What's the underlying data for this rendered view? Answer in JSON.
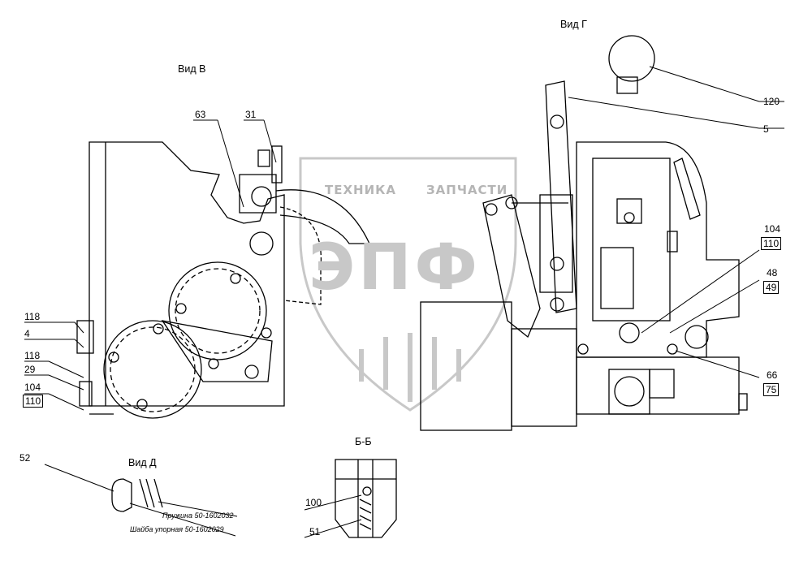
{
  "views": {
    "view_v": "Вид В",
    "view_g": "Вид Г",
    "view_d": "Вид Д",
    "section_bb": "Б-Б"
  },
  "callouts": {
    "c63": "63",
    "c31": "31",
    "c118a": "118",
    "c4": "4",
    "c118b": "118",
    "c29": "29",
    "c104a": "104",
    "c110a": "110",
    "c120": "120",
    "c5": "5",
    "c104b": "104",
    "c110b": "110",
    "c48": "48",
    "c49": "49",
    "c66": "66",
    "c75": "75",
    "c52": "52",
    "c100": "100",
    "c51": "51"
  },
  "notes": {
    "spring": "Пружина 50-1602032",
    "washer": "Шайба упорная 50-1602029"
  },
  "watermark": {
    "left_text": "ТЕХНИКА",
    "right_text": "ЗАПЧАСТИ",
    "logo_text": "ЭПФ",
    "color": "#9a9a9a"
  }
}
